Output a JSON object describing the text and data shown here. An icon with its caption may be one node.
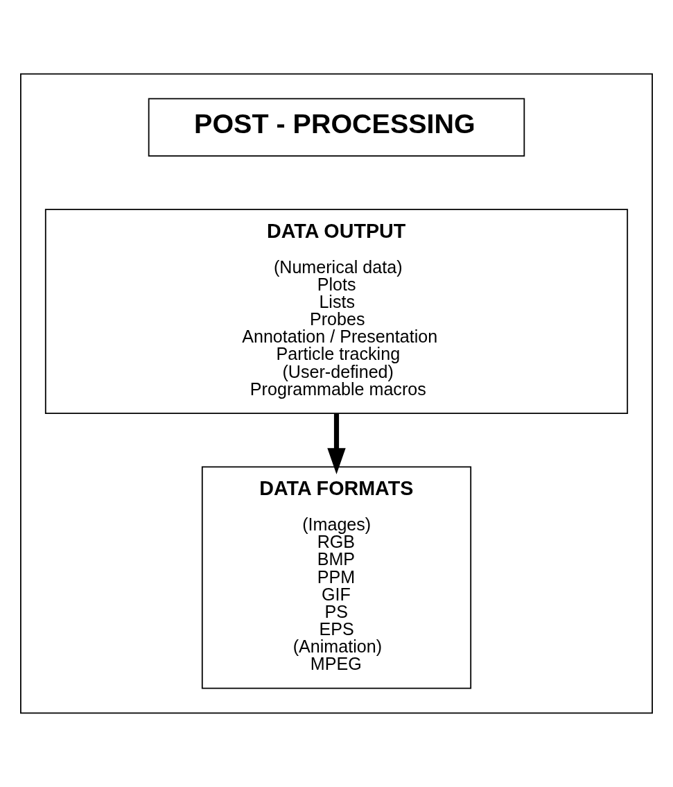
{
  "diagram": {
    "nodes": [
      {
        "text": [],
        "shape": "box"
      },
      {
        "text": [
          "POST - PROCESSING"
        ],
        "in": 0
      },
      {
        "text": [
          "DATA OUTPUT",
          "(Numerical data)",
          "Plots",
          "Lists",
          "Probes",
          "Annotation / Presentation",
          "Particle tracking",
          "(User-defined)",
          "Programmable macros"
        ],
        "in": 0
      },
      {
        "text": [
          "DATA FORMATS",
          "(Images)",
          "RGB",
          "BMP",
          "PPM",
          "GIF",
          "PS",
          "EPS",
          "(Animation)",
          "MPEG"
        ],
        "in": 0
      }
    ],
    "edges": [
      {
        "from": 2,
        "to": 3,
        "arrow": "to"
      }
    ]
  }
}
